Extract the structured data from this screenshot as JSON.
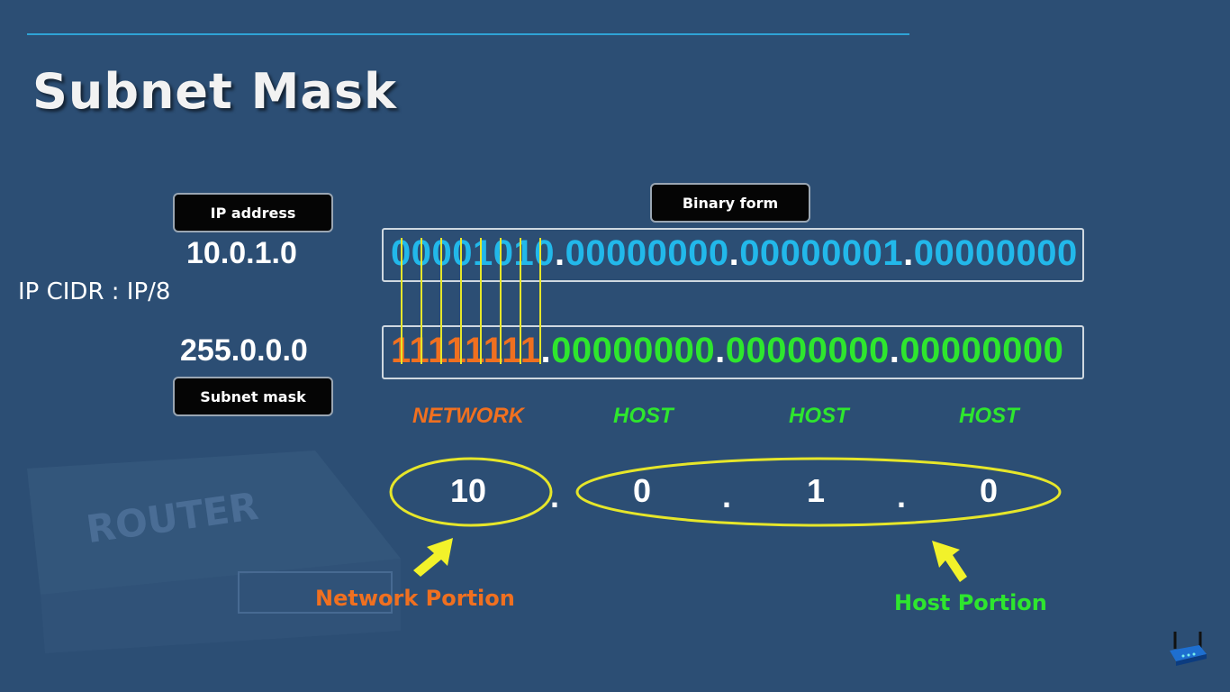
{
  "slide": {
    "title": "Subnet Mask",
    "ip_address_label": "IP address",
    "binary_form_label": "Binary form",
    "subnet_mask_label": "Subnet mask",
    "ip_value": "10.0.1.0",
    "mask_value": "255.0.0.0",
    "cidr_note": "IP CIDR : IP/8",
    "ip_binary": {
      "oct1": "00001010",
      "oct2": "00000000",
      "oct3": "00000001",
      "oct4": "00000000"
    },
    "mask_binary": {
      "oct1": "11111111",
      "oct2": "00000000",
      "oct3": "00000000",
      "oct4": "00000000"
    },
    "separator": ".",
    "portions": {
      "network": "NETWORK",
      "host1": "HOST",
      "host2": "HOST",
      "host3": "HOST"
    },
    "octets": [
      "10",
      "0",
      "1",
      "0"
    ],
    "network_portion_label": "Network Portion",
    "host_portion_label": "Host Portion",
    "background_watermark": "ROUTER",
    "corner_icon": "router-icon",
    "colors": {
      "background": "#2c4e74",
      "ip_binary": "#22b8ea",
      "network_bits": "#f07020",
      "host_bits": "#2ee62e",
      "highlight": "#e6e62a"
    }
  }
}
